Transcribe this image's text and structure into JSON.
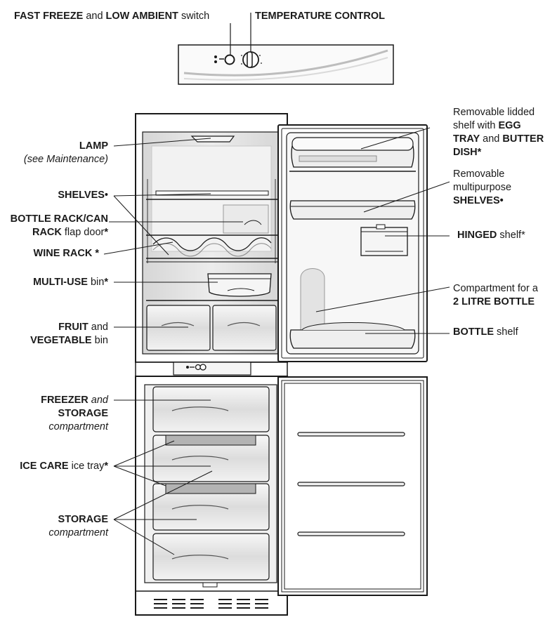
{
  "labels": {
    "fast_freeze": {
      "b1": "FAST FREEZE",
      "t1": " and ",
      "b2": "LOW AMBIENT",
      "t2": " switch"
    },
    "temperature_control": {
      "b1": "TEMPERATURE CONTROL"
    },
    "lamp": {
      "b1": "LAMP",
      "i1": "(see Maintenance)"
    },
    "shelves": {
      "b1": "SHELVES",
      "t1": "•"
    },
    "bottle_rack": {
      "b1": "BOTTLE RACK/CAN",
      "b2": "RACK",
      "t1": " flap door",
      "b3": "*"
    },
    "wine_rack": {
      "b1": "WINE RACK *"
    },
    "multi_use": {
      "b1": "MULTI-USE",
      "t1": " bin",
      "b2": "*"
    },
    "fruit_veg": {
      "b1": "FRUIT",
      "t1": " and",
      "b2": "VEGETABLE",
      "t2": " bin"
    },
    "freezer_storage": {
      "b1": "FREEZER",
      "i1": " and",
      "b2": "STORAGE",
      "i2": "compartment"
    },
    "ice_care": {
      "b1": "ICE CARE",
      "t1": " ice tray",
      "b2": "*"
    },
    "storage": {
      "b1": "STORAGE",
      "i1": "compartment"
    },
    "lidded_shelf": {
      "t1": "Removable lidded",
      "t2": "shelf with ",
      "b1": "EGG",
      "b2": "TRAY",
      "t3": " and ",
      "b3": "BUTTER",
      "b4": "DISH*"
    },
    "multipurpose_shelves": {
      "t1": "Removable",
      "t2": "multipurpose",
      "b1": "SHELVES•"
    },
    "hinged": {
      "b1": "HINGED",
      "t1": " shelf*"
    },
    "bottle_compartment": {
      "t1": "Compartment for a",
      "b1": "2 LITRE BOTTLE"
    },
    "bottle_shelf": {
      "b1": "BOTTLE",
      "t1": " shelf"
    }
  },
  "colors": {
    "outline": "#1a1a1a",
    "cavity": "#e6e6e6",
    "panel": "#f4f4f4",
    "shade": "#b3b3b3"
  }
}
